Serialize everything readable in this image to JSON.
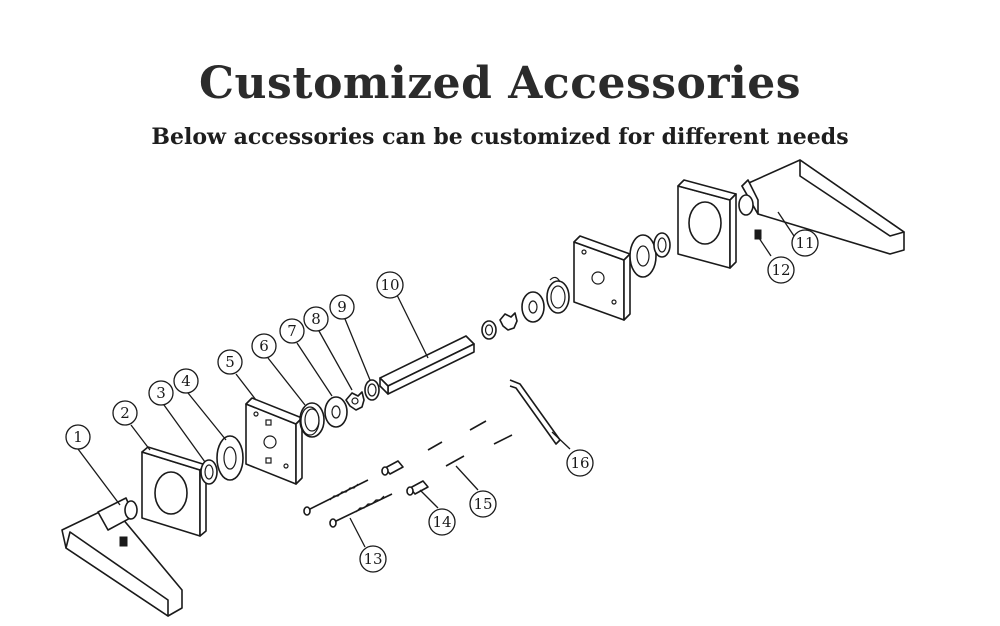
{
  "header": {
    "title": "Customized Accessories",
    "subtitle": "Below accessories can be customized for different needs"
  },
  "callouts": [
    "1",
    "2",
    "3",
    "4",
    "5",
    "6",
    "7",
    "8",
    "9",
    "10",
    "11",
    "12",
    "13",
    "14",
    "15",
    "16"
  ]
}
